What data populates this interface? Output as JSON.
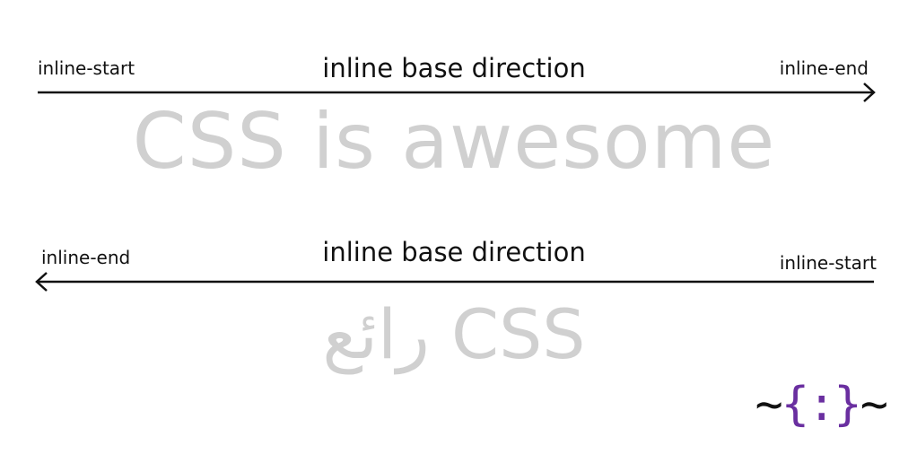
{
  "ltr_section": {
    "start_label": "inline-start",
    "end_label": "inline-end",
    "title": "inline base direction",
    "sample_text": "CSS is awesome"
  },
  "rtl_section": {
    "start_label": "inline-start",
    "end_label": "inline-end",
    "title": "inline base direction",
    "sample_text": "CSS رائع"
  },
  "logo": {
    "left_tilde": "~",
    "open_brace": "{",
    "colon": ":",
    "close_brace": "}",
    "right_tilde": "~",
    "colors": {
      "braces": "#6a2fa0",
      "tildes": "#111111"
    }
  },
  "colors": {
    "text": "#111111",
    "sample_text": "#d0d0d0",
    "arrow": "#111111"
  }
}
